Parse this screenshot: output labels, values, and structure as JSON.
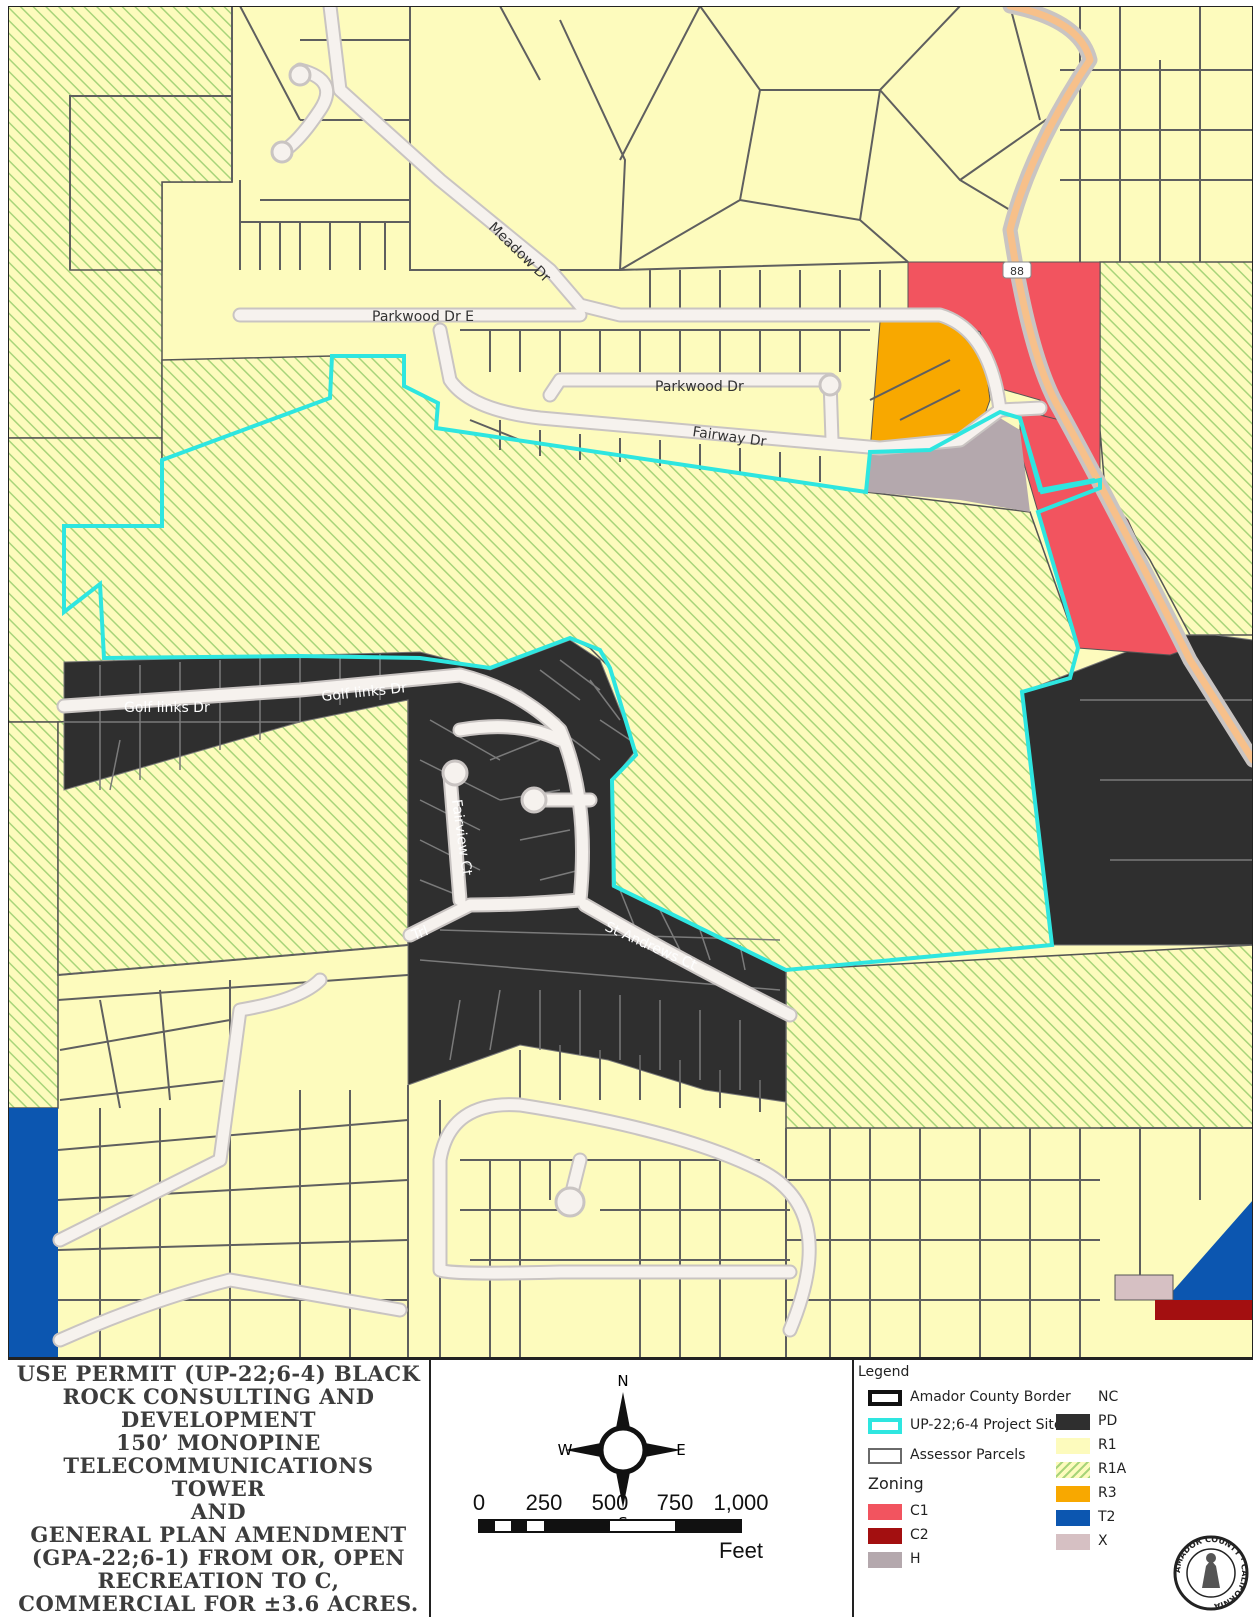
{
  "map": {
    "roads": [
      {
        "id": "meadow",
        "name": "Meadow Dr"
      },
      {
        "id": "parkwood-e",
        "name": "Parkwood Dr E"
      },
      {
        "id": "parkwood",
        "name": "Parkwood Dr"
      },
      {
        "id": "fairway",
        "name": "Fairway Dr"
      },
      {
        "id": "golf-links-1",
        "name": "Golf links Dr"
      },
      {
        "id": "golf-links-2",
        "name": "Golf links Dr"
      },
      {
        "id": "fairview",
        "name": "Fairview Ct"
      },
      {
        "id": "st-andrews",
        "name": "St Andrews Ct"
      },
      {
        "id": "trl",
        "name": "Trl"
      }
    ],
    "highway_shield": "88"
  },
  "title": {
    "lines": [
      "USE PERMIT (UP-22;6-4)  BLACK",
      "ROCK CONSULTING AND",
      "DEVELOPMENT",
      "150’ MONOPINE",
      "TELECOMMUNICATIONS TOWER",
      "AND",
      "GENERAL PLAN AMENDMENT",
      "(GPA-22;6-1) FROM OR, OPEN",
      "RECREATION TO C,",
      "COMMERCIAL FOR ±3.6 ACRES."
    ]
  },
  "compass": {
    "n": "N",
    "s": "S",
    "e": "E",
    "w": "W"
  },
  "scale_bar": {
    "ticks": [
      "0",
      "250",
      "500",
      "750",
      "1,000"
    ],
    "unit": "Feet"
  },
  "legend": {
    "heading": "Legend",
    "items": [
      {
        "label": "Amador County Border",
        "style": "border",
        "color": "#111111"
      },
      {
        "label": "UP-22;6-4 Project Site",
        "style": "outline",
        "color": "#2ee6e0"
      },
      {
        "label": "Assessor Parcels",
        "style": "outline",
        "color": "#6a6a6a"
      }
    ],
    "zoning_heading": "Zoning",
    "zoning_left": [
      {
        "label": "C1",
        "color": "#f2545f"
      },
      {
        "label": "C2",
        "color": "#a30f10"
      },
      {
        "label": "H",
        "color": "#b4a8ad"
      }
    ],
    "zoning_right": [
      {
        "label": "NC",
        "color": ""
      },
      {
        "label": "PD",
        "color": "#2f2f2f"
      },
      {
        "label": "R1",
        "color": "#fdfbbd"
      },
      {
        "label": "R1A",
        "color": "hatch"
      },
      {
        "label": "R3",
        "color": "#f8a800"
      },
      {
        "label": "T2",
        "color": "#0c56b0"
      },
      {
        "label": "X",
        "color": "#d6c0c3"
      }
    ]
  },
  "seal": {
    "text": "AMADOR COUNTY · CALIFORNIA"
  }
}
